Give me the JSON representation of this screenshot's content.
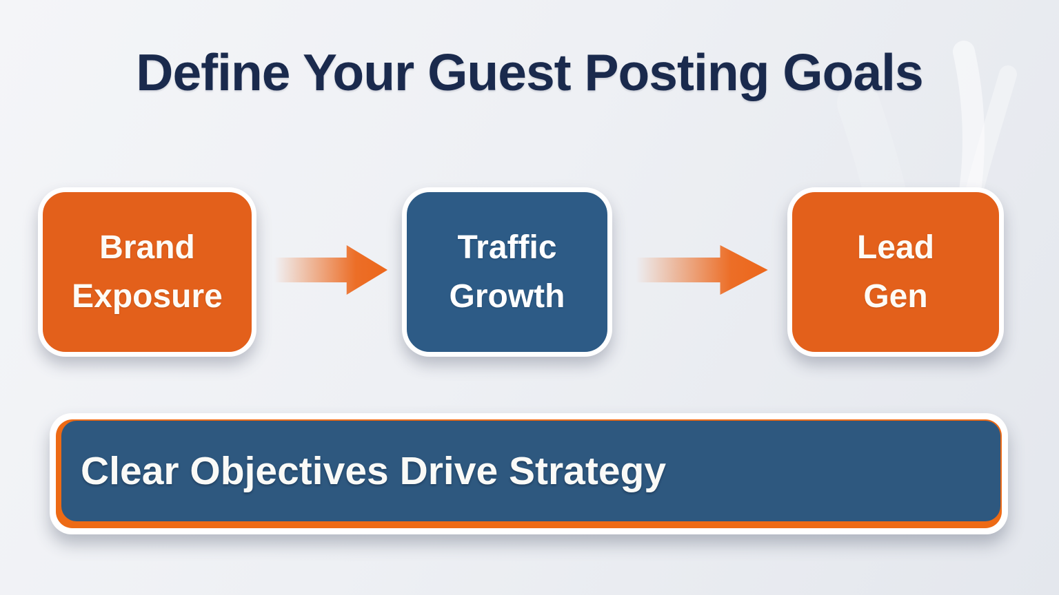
{
  "title": "Define Your Guest Posting Goals",
  "flow": {
    "boxes": [
      {
        "id": "brand-exposure",
        "label": "Brand Exposure",
        "lines": [
          "Brand",
          "Exposure"
        ],
        "color": "#E3601B",
        "text_color": "#FDFBF6"
      },
      {
        "id": "traffic-growth",
        "label": "Traffic Growth",
        "lines": [
          "Traffic",
          "Growth"
        ],
        "color": "#2D5B86",
        "text_color": "#FFFFFF"
      },
      {
        "id": "lead-gen",
        "label": "Lead Gen",
        "lines": [
          "Lead",
          "Gen"
        ],
        "color": "#E3601B",
        "text_color": "#FDFBF6"
      }
    ],
    "arrow_color": "#EC671C"
  },
  "banner": {
    "label": "Clear Objectives Drive Strategy",
    "panel_color": "#2E587F",
    "accent_color": "#ED6A15",
    "border_color": "#FFFFFF",
    "text_color": "#FAFAF7"
  },
  "colors": {
    "title_text": "#1A2A4D",
    "background_top": "#F4F5F8",
    "background_bottom": "#E4E7ED",
    "box_border": "#FFFFFF"
  }
}
